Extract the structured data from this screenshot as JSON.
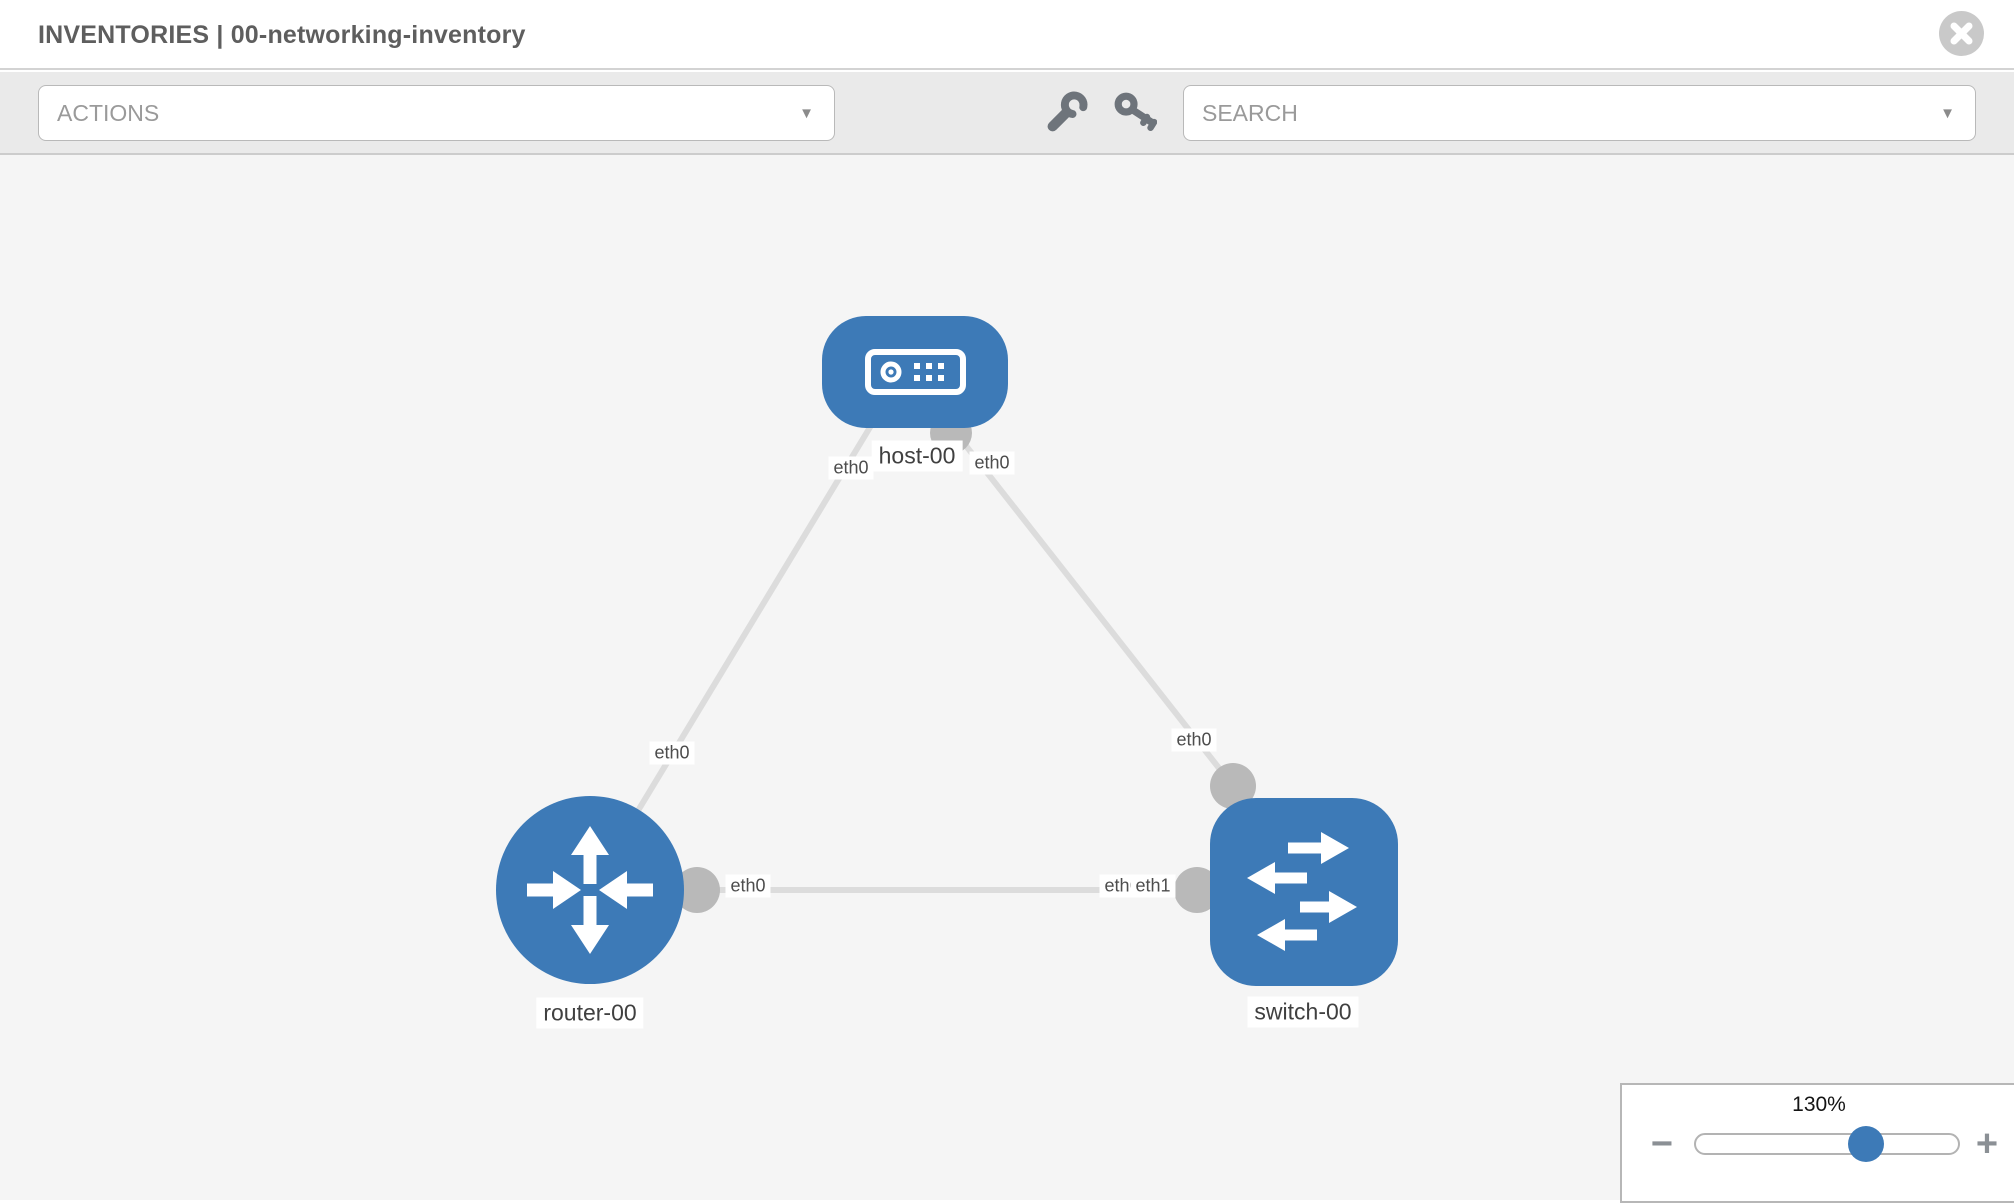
{
  "header": {
    "title": "INVENTORIES | 00-networking-inventory"
  },
  "toolbar": {
    "actions_label": "ACTIONS",
    "search_label": "SEARCH",
    "caret_glyph": "▼"
  },
  "topology": {
    "nodes": [
      {
        "id": "host-00",
        "label": "host-00",
        "type": "host"
      },
      {
        "id": "router-00",
        "label": "router-00",
        "type": "router"
      },
      {
        "id": "switch-00",
        "label": "switch-00",
        "type": "switch"
      }
    ],
    "links": [
      {
        "source": "router-00",
        "target": "host-00",
        "source_interface": "eth0",
        "target_interface": "eth0"
      },
      {
        "source": "host-00",
        "target": "switch-00",
        "source_interface": "eth0",
        "target_interface": "eth0"
      },
      {
        "source": "router-00",
        "target": "switch-00",
        "source_interface": "eth0",
        "target_interface": "eth1"
      }
    ],
    "port_labels": [
      {
        "text": "eth0"
      },
      {
        "text": "eth0"
      },
      {
        "text": "eth0"
      },
      {
        "text": "eth0"
      },
      {
        "text": "eth0"
      },
      {
        "text": "eth0"
      },
      {
        "text": "eth1"
      }
    ]
  },
  "zoom_control": {
    "value": "130%",
    "minus_glyph": "−",
    "plus_glyph": "+"
  },
  "colors": {
    "node_blue": "#3d7ab7",
    "link_gray": "#dcdcdc",
    "connector_gray": "#b9b9b9",
    "canvas_bg": "#f5f5f5",
    "toolbar_bg": "#eaeaea"
  }
}
